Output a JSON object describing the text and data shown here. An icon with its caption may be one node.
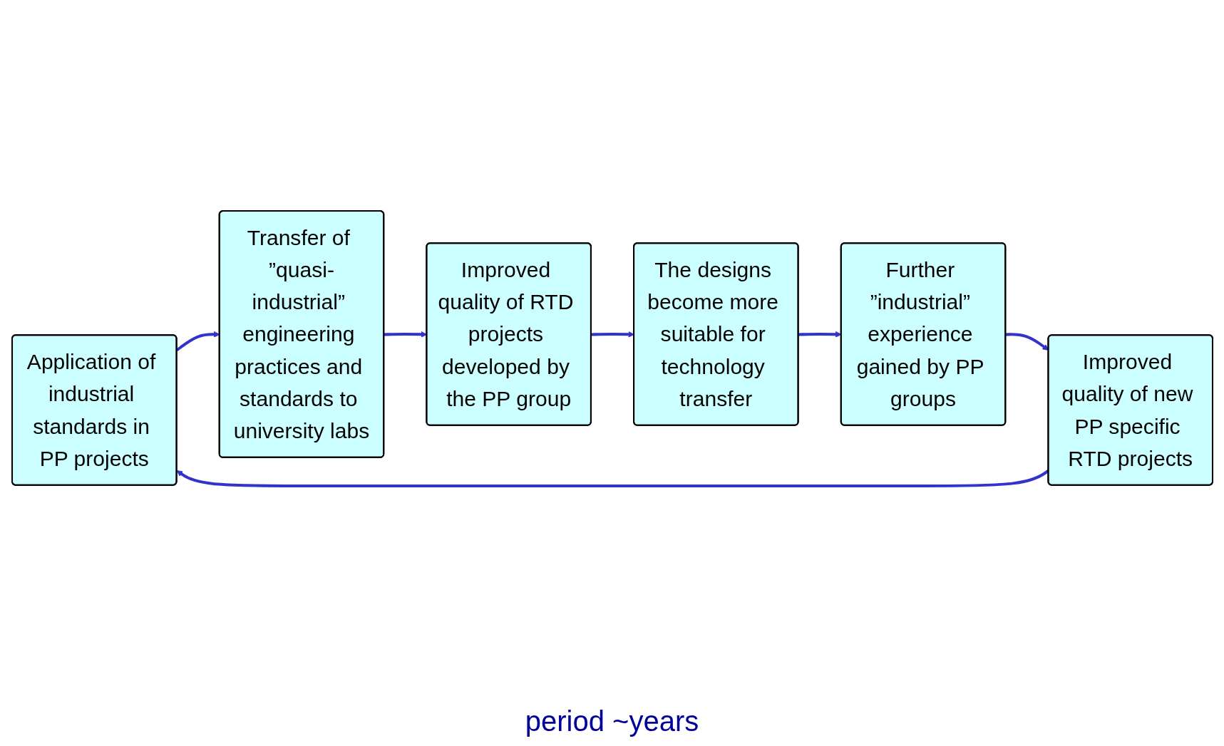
{
  "diagram": {
    "nodes": [
      {
        "text": [
          "Application of industrial standards in PP projects"
        ]
      },
      {
        "text": [
          "Improved quality of new PP specific RTD projects"
        ]
      },
      {
        "text": [
          "Further ”industrial” experience gained by PP groups"
        ]
      },
      {
        "text": [
          "Transfer of ”quasi-industrial” engineering practices and standards to university labs"
        ]
      },
      {
        "text": [
          "Improved quality of RTD projects developed by the PP group"
        ]
      },
      {
        "text": [
          "The designs become more suitable for technology transfer"
        ]
      }
    ],
    "edges": [
      {
        "from": 0,
        "to": 3,
        "arrow": "to"
      },
      {
        "from": 3,
        "to": 4,
        "arrow": "to"
      },
      {
        "from": 4,
        "to": 5,
        "arrow": "to"
      },
      {
        "from": 5,
        "to": 2,
        "arrow": "to"
      },
      {
        "from": 2,
        "to": 1,
        "arrow": "to"
      },
      {
        "from": 1,
        "to": 0,
        "arrow": "to"
      }
    ],
    "labels": [
      "period ~years"
    ]
  }
}
